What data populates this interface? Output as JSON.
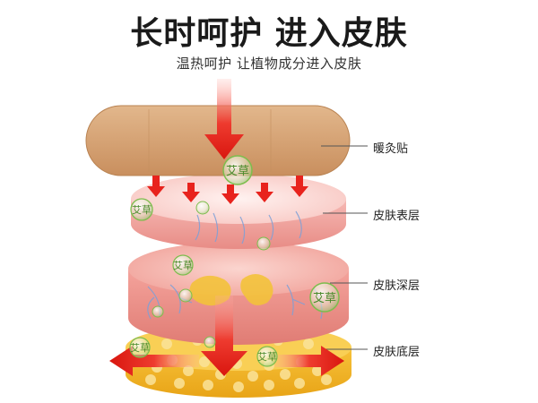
{
  "header": {
    "title": "长时呵护 进入皮肤",
    "subtitle": "温热呵护 让植物成分进入皮肤"
  },
  "labels": {
    "patch": "暖灸贴",
    "epidermis": "皮肤表层",
    "dermis": "皮肤深层",
    "subcutis": "皮肤底层"
  },
  "herb": "艾草",
  "colors": {
    "patch": "#d9a878",
    "arrow": "#e8231d",
    "herb": "#6bb83a",
    "fat": "#f2b21f"
  }
}
